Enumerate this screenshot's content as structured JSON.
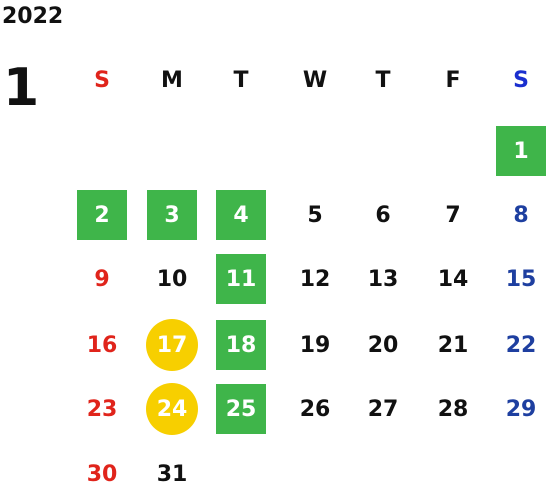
{
  "year": "2022",
  "month": "1",
  "weekdays": [
    "S",
    "M",
    "T",
    "W",
    "T",
    "F",
    "S"
  ],
  "weeks": [
    [
      "",
      "",
      "",
      "",
      "",
      "",
      "1"
    ],
    [
      "2",
      "3",
      "4",
      "5",
      "6",
      "7",
      "8"
    ],
    [
      "9",
      "10",
      "11",
      "12",
      "13",
      "14",
      "15"
    ],
    [
      "16",
      "17",
      "18",
      "19",
      "20",
      "21",
      "22"
    ],
    [
      "23",
      "24",
      "25",
      "26",
      "27",
      "28",
      "29"
    ],
    [
      "30",
      "31",
      "",
      "",
      "",
      "",
      ""
    ]
  ],
  "highlights": {
    "green": [
      "1",
      "2",
      "3",
      "4",
      "11",
      "18",
      "25"
    ],
    "yellow": [
      "17",
      "24"
    ]
  },
  "colors": {
    "sunday": "#e0241b",
    "saturday": "#1e3fa0",
    "green": "#3fb54a",
    "yellow": "#f7cf00"
  }
}
